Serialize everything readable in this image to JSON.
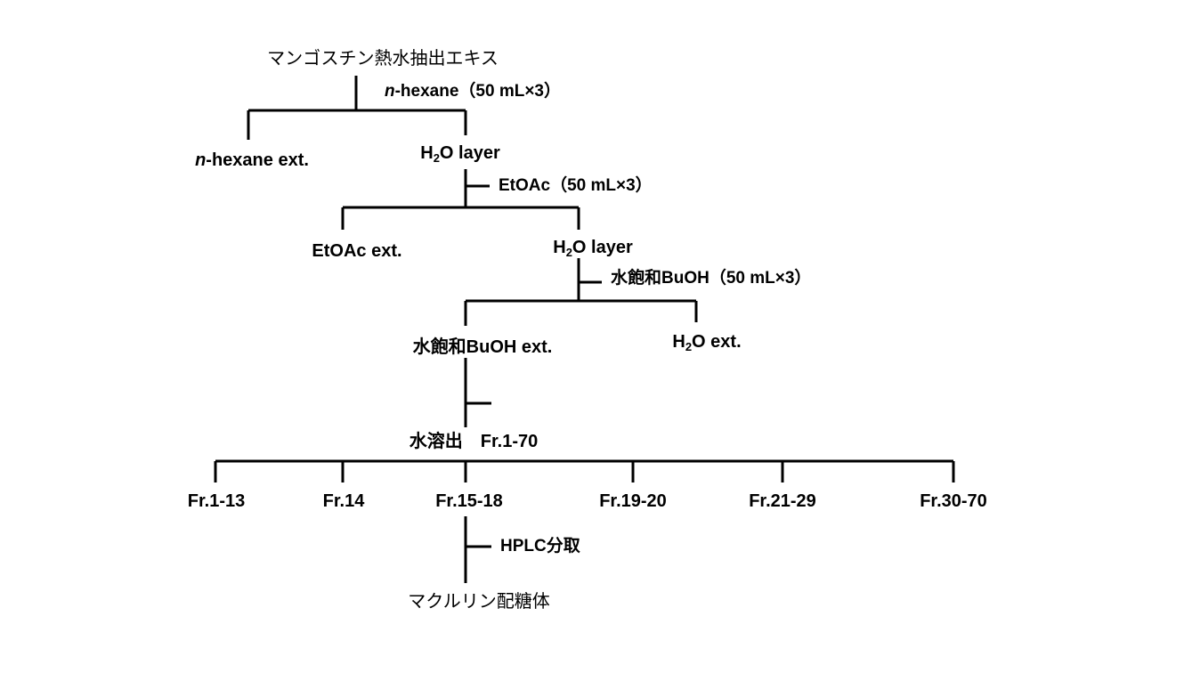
{
  "start": "マンゴスチン熱水抽出エキス",
  "step1": {
    "solvent_prefix": "n",
    "solvent": "-hexane（50 mL×3）",
    "left": {
      "prefix": "n",
      "text": "-hexane ext."
    },
    "right": {
      "h": "H",
      "sub": "2",
      "rest": "O layer"
    }
  },
  "step2": {
    "solvent": "EtOAc（50 mL×3）",
    "left": "EtOAc ext.",
    "right": {
      "h": "H",
      "sub": "2",
      "rest": "O layer"
    }
  },
  "step3": {
    "solvent": "水飽和BuOH（50 mL×3）",
    "left": "水飽和BuOH ext.",
    "right": {
      "h": "H",
      "sub": "2",
      "rest": "O ext."
    }
  },
  "step4": {
    "label": "水溶出　Fr.1-70"
  },
  "fractions": [
    "Fr.1-13",
    "Fr.14",
    "Fr.15-18",
    "Fr.19-20",
    "Fr.21-29",
    "Fr.30-70"
  ],
  "step5": {
    "method": "HPLC分取",
    "product": "マクルリン配糖体"
  }
}
